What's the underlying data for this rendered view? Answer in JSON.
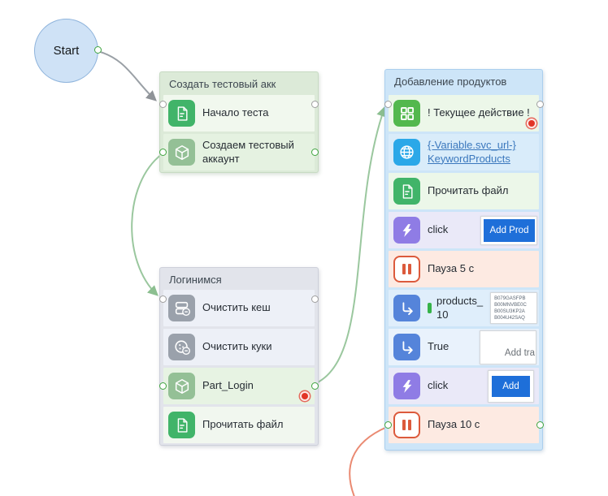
{
  "start": {
    "label": "Start"
  },
  "groups": {
    "create": {
      "title": "Создать тестовый акк",
      "rows": {
        "r1": {
          "label": "Начало теста"
        },
        "r2": {
          "label": "Создаем тестовый аккаунт"
        }
      }
    },
    "login": {
      "title": "Логинимся",
      "rows": {
        "r1": {
          "label": "Очистить кеш"
        },
        "r2": {
          "label": "Очистить куки"
        },
        "r3": {
          "label": "Part_Login"
        },
        "r4": {
          "label": "Прочитать файл"
        }
      }
    },
    "products": {
      "title": "Добавление продуктов",
      "rows": {
        "r1": {
          "label": "! Текущее действие !"
        },
        "r2": {
          "line1": "{-Variable.svc_url-}",
          "line2": "KeywordProducts"
        },
        "r3": {
          "label": "Прочитать файл"
        },
        "r4": {
          "label": "click",
          "button": "Add Prod"
        },
        "r5": {
          "label": "Пауза 5 с"
        },
        "r6": {
          "label": "products_\n10",
          "codes": [
            "B079GASFPB",
            "B00MNVBE0C",
            "B00SU3KP2A",
            "B004U42SAQ"
          ]
        },
        "r7": {
          "label": "True",
          "preview": "Add tra"
        },
        "r8": {
          "label": "click",
          "button": "Add"
        },
        "r9": {
          "label": "Пауза 10 с"
        }
      }
    }
  },
  "colors": {
    "start_fill": "#cfe2f6",
    "group_create_bg": "#dcead8",
    "group_login_bg": "#e2e4eb",
    "group_products_bg": "#cde5f8",
    "doc_icon_green": "#41b469",
    "cube_icon_sage": "#94c096",
    "gray_icon": "#9aa1ab",
    "grid_icon_green": "#53b84e",
    "globe_icon_blue": "#2ba8e8",
    "lightning_icon_purple": "#8f7ce5",
    "branch_icon_blue": "#5584da",
    "pause_icon_red": "#dc5a3c",
    "link_blue": "#3b78bd",
    "button_blue": "#1e6fd9",
    "breakpoint_red": "#e23527",
    "wire_gray": "#9aa0a6",
    "wire_green": "#9ac79e",
    "wire_orange": "#ea8a72"
  }
}
